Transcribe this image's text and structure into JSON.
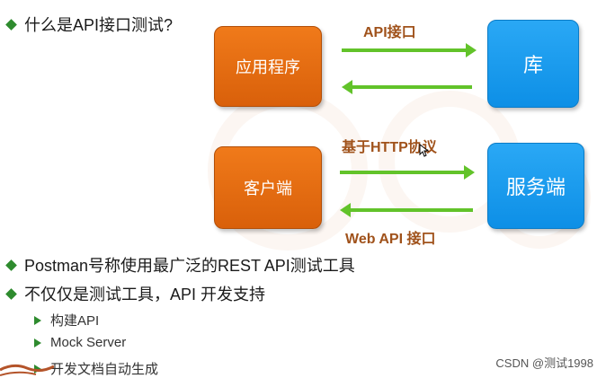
{
  "title": "什么是API接口测试?",
  "boxes": {
    "app": "应用程序",
    "lib": "库",
    "client": "客户端",
    "server": "服务端"
  },
  "arrow_labels": {
    "top": "API接口",
    "mid": "基于HTTP协议",
    "bottom": "Web API 接口"
  },
  "bullets": [
    "Postman号称使用最广泛的REST API测试工具",
    "不仅仅是测试工具，API 开发支持"
  ],
  "sub_bullets": [
    "构建API",
    "Mock Server",
    "开发文档自动生成"
  ],
  "footer": "CSDN @测试1998",
  "colors": {
    "orange_box": "#e8700f",
    "blue_box": "#1a9bef",
    "arrow_green": "#62c32a",
    "label_brown": "#a0521b",
    "bullet_green": "#2e8b2e"
  },
  "icons": {
    "bullet": "diamond-bullet-icon",
    "sub_bullet": "triangle-bullet-icon",
    "cursor": "mouse-cursor-icon"
  }
}
